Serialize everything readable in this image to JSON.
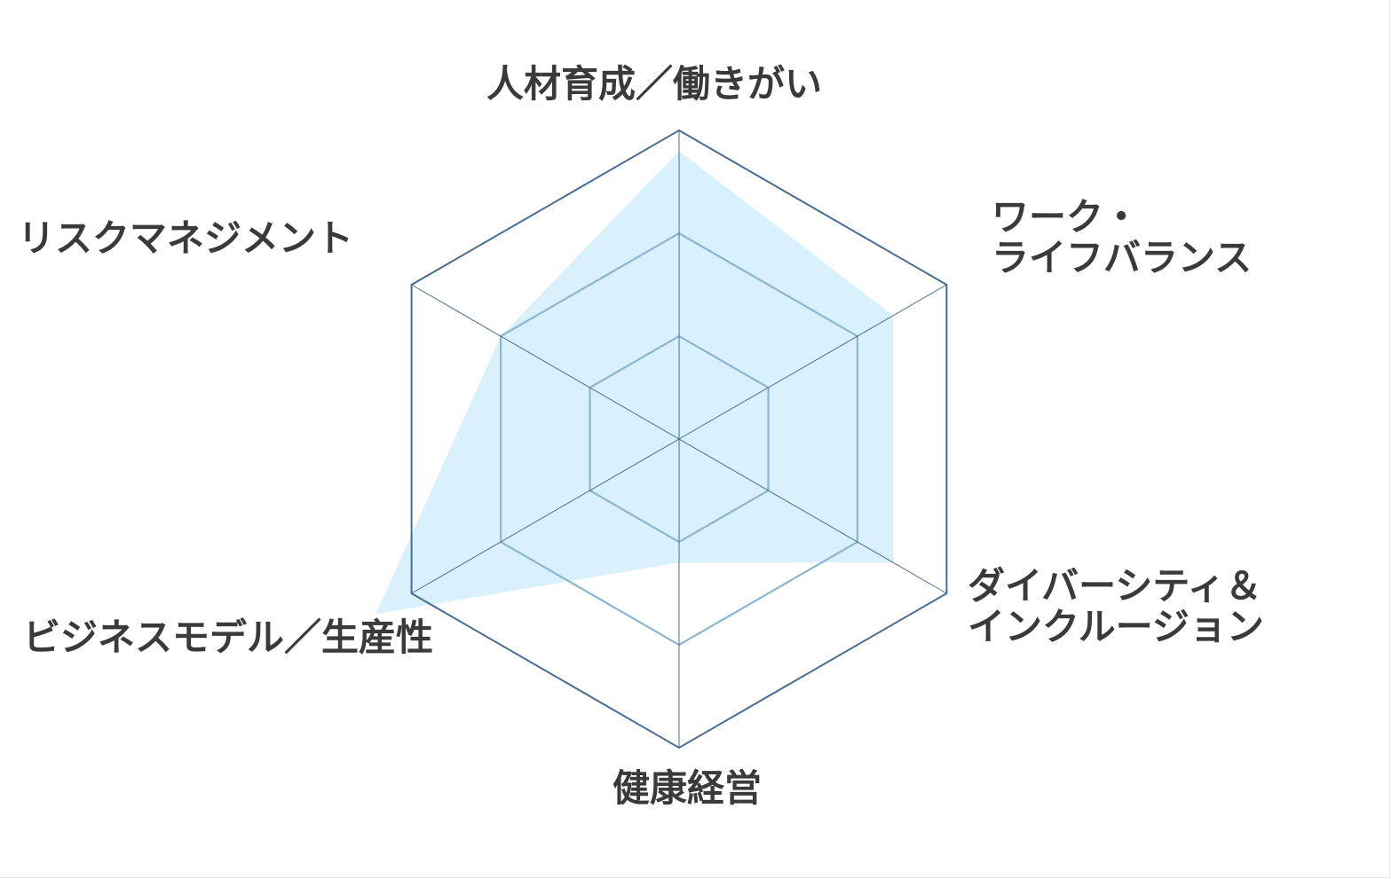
{
  "chart_data": {
    "type": "radar",
    "categories": [
      "人材育成／働きがい",
      "ワーク・\nライフバランス",
      "ダイバーシティ＆\nインクルージョン",
      "健康経営",
      "ビジネスモデル／生産性",
      "リスクマネジメント"
    ],
    "series": [
      {
        "values": [
          2.8,
          2.4,
          2.4,
          1.2,
          3.4,
          2.0
        ]
      }
    ],
    "rlim": [
      0,
      3
    ],
    "grid_levels": [
      1,
      2,
      3
    ],
    "grid": true,
    "colors": {
      "fill": "#d9f1fc",
      "outer_grid": "#4a6d94",
      "inner_grid": "#8db5cf",
      "spoke": "#4a6d94",
      "label": "#3a3a3a"
    }
  }
}
